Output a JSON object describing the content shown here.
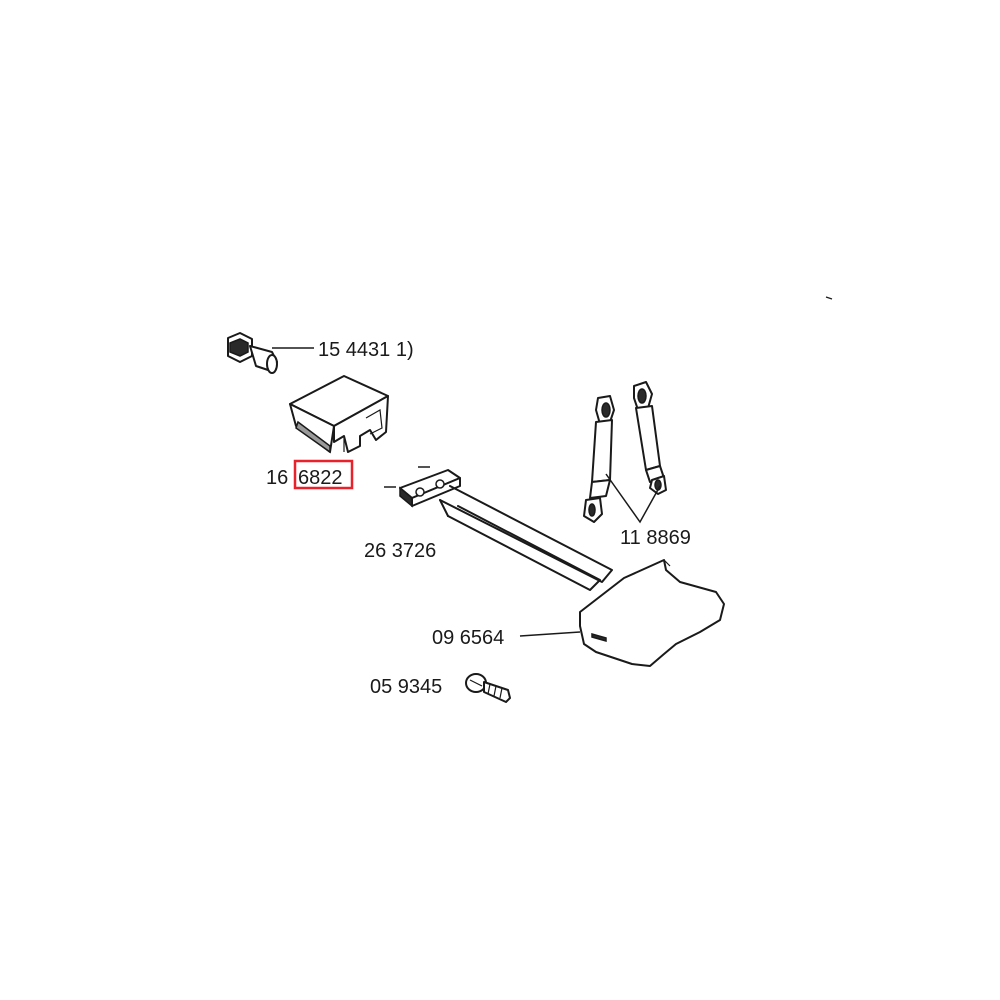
{
  "parts": [
    {
      "id": "plug",
      "label": "15 4431 1)"
    },
    {
      "id": "cover",
      "label_prefix": "16",
      "label_highlight": "6822"
    },
    {
      "id": "heater",
      "label": "26 3726"
    },
    {
      "id": "shock-absorber",
      "label": "11 8869"
    },
    {
      "id": "gasket",
      "label": "09 6564"
    },
    {
      "id": "screw",
      "label": "05 9345"
    }
  ],
  "highlight_color": "#e8212a"
}
